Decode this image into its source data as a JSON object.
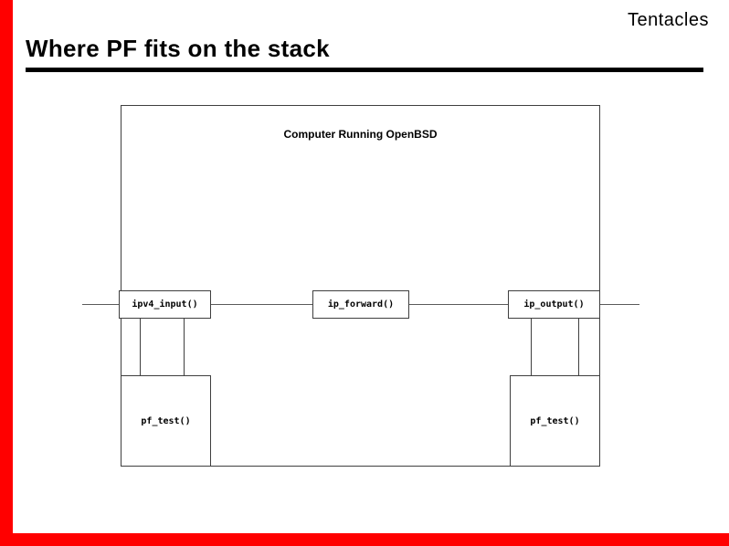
{
  "slide": {
    "corner_label": "Tentacles",
    "title": "Where PF fits on the stack",
    "colors": {
      "accent_red": "#ff0000",
      "line": "#3f3f3f",
      "text": "#000000"
    }
  },
  "diagram": {
    "container_label": "Computer Running OpenBSD",
    "nodes": {
      "ipv4_input": "ipv4_input()",
      "ip_forward": "ip_forward()",
      "ip_output": "ip_output()",
      "pf_test_left": "pf_test()",
      "pf_test_right": "pf_test()"
    }
  }
}
